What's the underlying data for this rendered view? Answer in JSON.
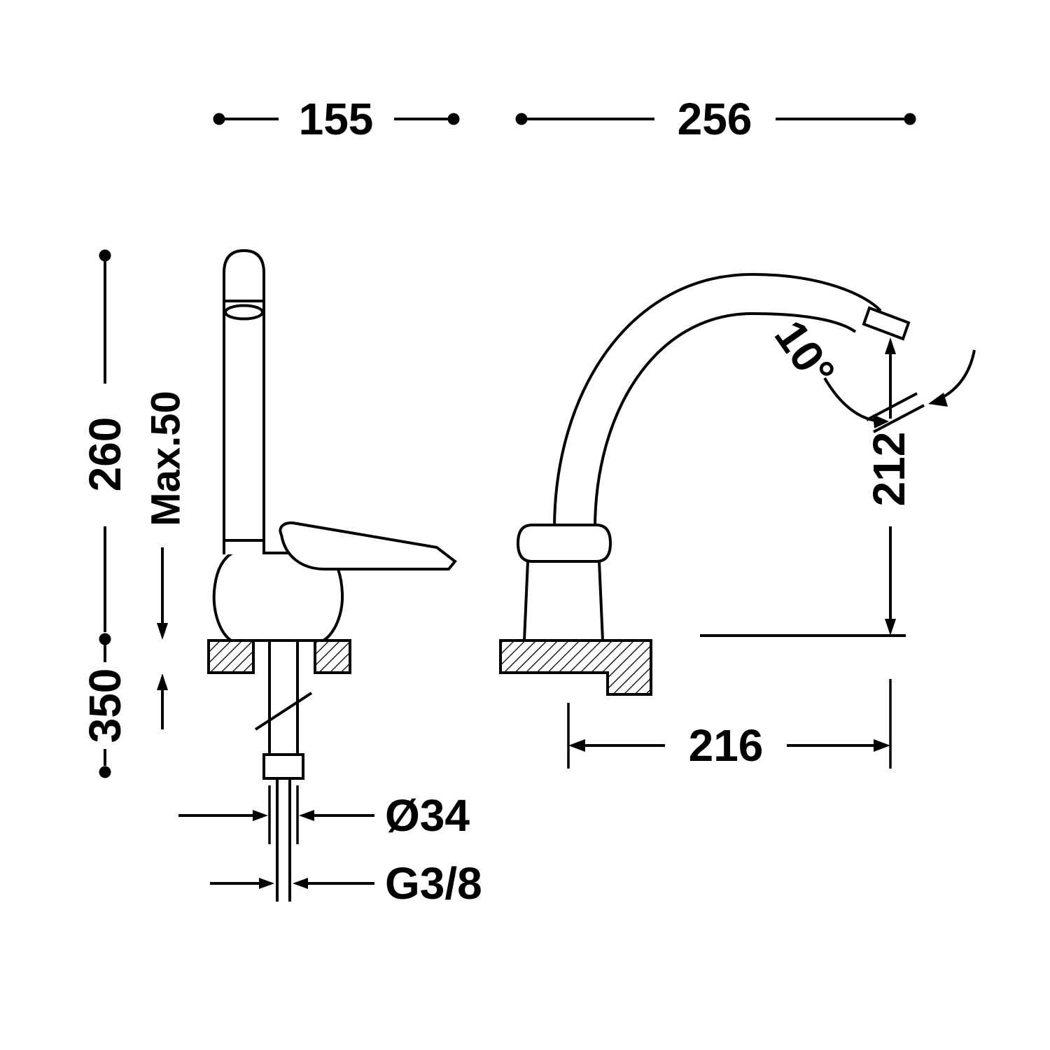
{
  "drawing": {
    "type": "faucet-dimension-drawing",
    "colors": {
      "line": "#000000",
      "background": "#ffffff"
    },
    "labels": {
      "width_155": "155",
      "width_256": "256",
      "height_260": "260",
      "max_thickness": "Max.50",
      "hose_350": "350",
      "outlet_height_212": "212",
      "angle_10": "10°",
      "reach_216": "216",
      "diameter_34": "Ø34",
      "thread_g38": "G3/8"
    }
  }
}
